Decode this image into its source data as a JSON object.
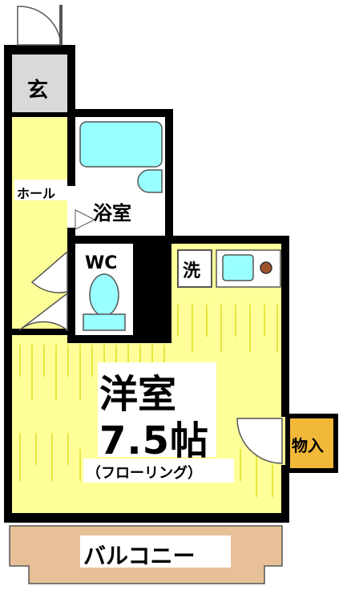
{
  "rooms": {
    "entrance": "玄",
    "hall": "ホール",
    "bathroom": "浴室",
    "toilet": "WC",
    "laundry": "洗",
    "western_room": "洋室",
    "size": "7.5帖",
    "flooring": "（フローリング）",
    "closet": "物入",
    "balcony": "バルコニー"
  },
  "colors": {
    "wall": "#000000",
    "floor": "#ffff99",
    "floor_lines": "#d4d400",
    "entrance": "#d9d9d9",
    "bath_fixture": "#99ffff",
    "closet": "#f2b83a",
    "balcony": "#e8c098"
  }
}
